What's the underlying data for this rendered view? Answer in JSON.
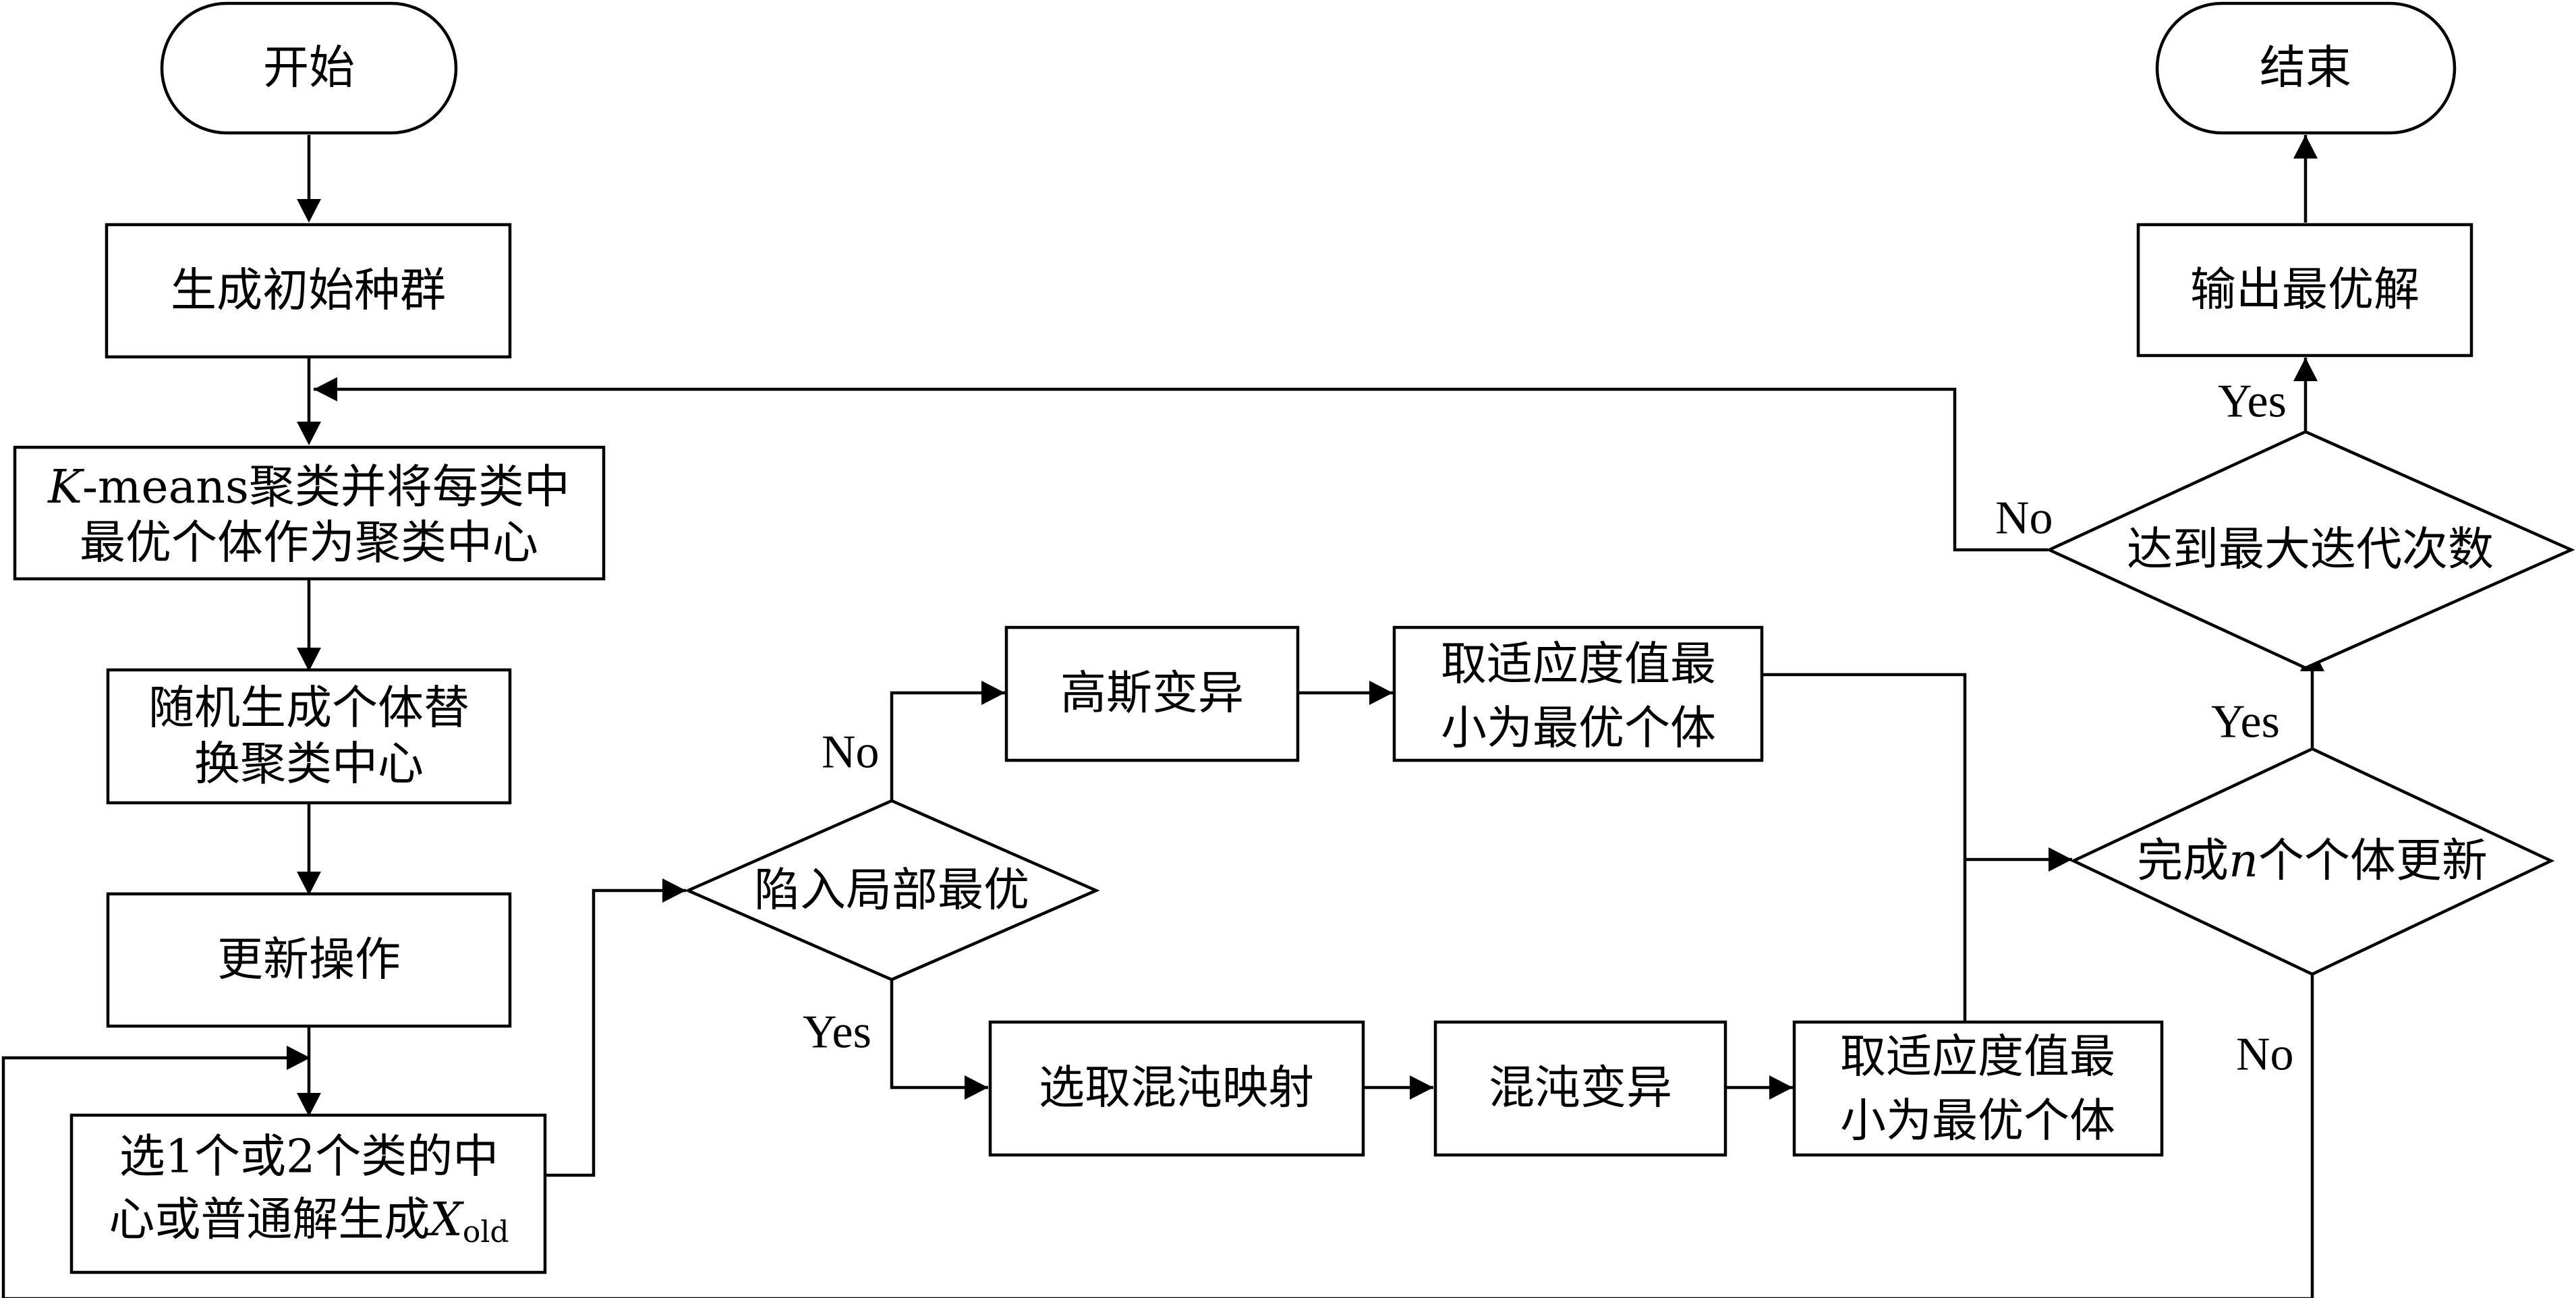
{
  "diagram": {
    "start": "开始",
    "end": "结束",
    "init_population": "生成初始种群",
    "kmeans": {
      "italic": "K",
      "line1_rest": "-means聚类并将每类中",
      "line2": "最优个体作为聚类中心"
    },
    "random_replace": {
      "line1": "随机生成个体替",
      "line2": "换聚类中心"
    },
    "update_op": "更新操作",
    "select_center": {
      "line1": "选1个或2个类的中",
      "line2_prefix": "心或普通解生成",
      "var": "X",
      "var_sub": "old"
    },
    "local_optimum": "陷入局部最优",
    "gauss_mutation": "高斯变异",
    "best_upper": {
      "line1": "取适应度值最",
      "line2": "小为最优个体"
    },
    "chaos_map": "选取混沌映射",
    "chaos_mutation": "混沌变异",
    "best_lower": {
      "line1": "取适应度值最",
      "line2": "小为最优个体"
    },
    "n_update": {
      "prefix": "完成",
      "var": "n",
      "suffix": "个个体更新"
    },
    "max_iter": "达到最大迭代次数",
    "output": "输出最优解",
    "labels": {
      "yes": "Yes",
      "no": "No"
    }
  }
}
